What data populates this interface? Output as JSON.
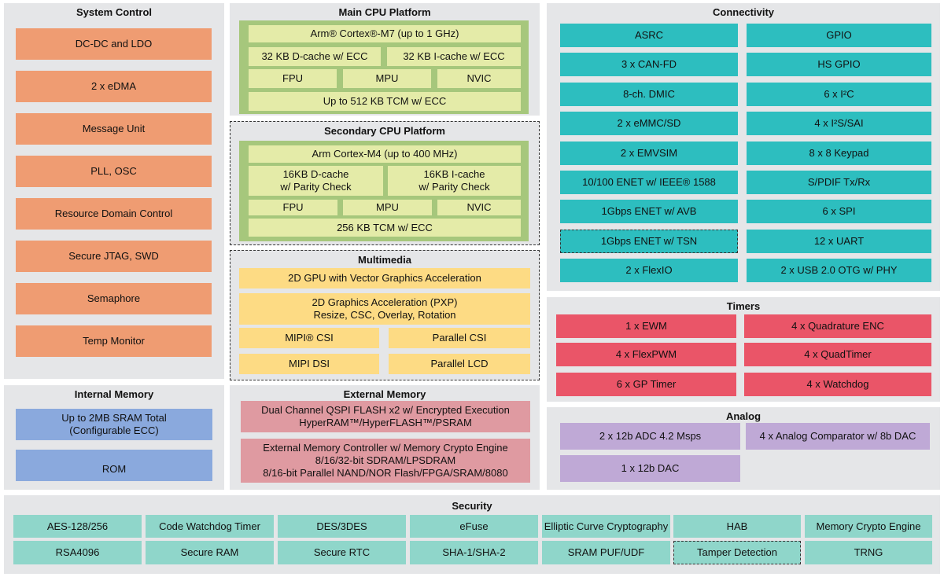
{
  "panels": {
    "system_control": {
      "title": "System Control",
      "items": [
        "DC-DC and LDO",
        "2 x eDMA",
        "Message Unit",
        "PLL, OSC",
        "Resource Domain Control",
        "Secure JTAG, SWD",
        "Semaphore",
        "Temp Monitor"
      ]
    },
    "internal_memory": {
      "title": "Internal Memory",
      "items": [
        "Up to 2MB SRAM Total\n(Configurable ECC)",
        "ROM"
      ]
    },
    "main_cpu": {
      "title": "Main CPU Platform",
      "core": "Arm® Cortex®-M7 (up to 1 GHz)",
      "dcache": "32 KB D-cache w/ ECC",
      "icache": "32 KB I-cache w/ ECC",
      "fpu": "FPU",
      "mpu": "MPU",
      "nvic": "NVIC",
      "tcm": "Up to 512 KB TCM w/ ECC"
    },
    "secondary_cpu": {
      "title": "Secondary CPU Platform",
      "core": "Arm Cortex-M4 (up to 400 MHz)",
      "dcache": "16KB D-cache\nw/ Parity Check",
      "icache": "16KB I-cache\nw/ Parity Check",
      "fpu": "FPU",
      "mpu": "MPU",
      "nvic": "NVIC",
      "tcm": "256 KB TCM w/ ECC"
    },
    "multimedia": {
      "title": "Multimedia",
      "gpu": "2D GPU with Vector Graphics Acceleration",
      "pxp": "2D Graphics Acceleration (PXP)\nResize, CSC, Overlay, Rotation",
      "mipi_csi": "MIPI® CSI",
      "parallel_csi": "Parallel CSI",
      "mipi_dsi": "MIPI DSI",
      "parallel_lcd": "Parallel LCD"
    },
    "external_memory": {
      "title": "External Memory",
      "qspi": "Dual Channel QSPI FLASH x2 w/ Encrypted Execution\nHyperRAM™/HyperFLASH™/PSRAM",
      "emc": "External Memory Controller w/ Memory Crypto Engine\n8/16/32-bit SDRAM/LPSDRAM\n8/16-bit Parallel NAND/NOR Flash/FPGA/SRAM/8080"
    },
    "connectivity": {
      "title": "Connectivity",
      "left": [
        "ASRC",
        "3 x CAN-FD",
        "8-ch. DMIC",
        "2 x eMMC/SD",
        "2 x EMVSIM",
        "10/100 ENET w/ IEEE® 1588",
        "1Gbps ENET w/ AVB",
        "1Gbps ENET w/ TSN",
        "2 x FlexIO"
      ],
      "right": [
        "GPIO",
        "HS GPIO",
        "6 x I²C",
        "4 x I²S/SAI",
        "8 x 8 Keypad",
        "S/PDIF Tx/Rx",
        "6 x SPI",
        "12 x UART",
        "2 x USB 2.0 OTG w/ PHY"
      ]
    },
    "timers": {
      "title": "Timers",
      "left": [
        "1 x EWM",
        "4 x FlexPWM",
        "6 x GP Timer"
      ],
      "right": [
        "4 x Quadrature ENC",
        "4 x QuadTimer",
        "4 x Watchdog"
      ]
    },
    "analog": {
      "title": "Analog",
      "adc": "2 x 12b ADC 4.2 Msps",
      "comparator": "4 x Analog Comparator w/ 8b DAC",
      "dac": "1 x 12b DAC"
    },
    "security": {
      "title": "Security",
      "row1": [
        "AES-128/256",
        "Code Watchdog Timer",
        "DES/3DES",
        "eFuse",
        "Elliptic Curve Cryptography",
        "HAB",
        "Memory Crypto Engine"
      ],
      "row2": [
        "RSA4096",
        "Secure RAM",
        "Secure RTC",
        "SHA-1/SHA-2",
        "SRAM PUF/UDF",
        "Tamper Detection",
        "TRNG"
      ]
    }
  },
  "colors": {
    "panel_bg": "#e5e6e8",
    "system_control": "#ef9c72",
    "internal_memory": "#8aa9dd",
    "connectivity": "#2dbebf",
    "timers": "#ea5568",
    "analog": "#bfa9d6",
    "security": "#8fd6ca",
    "multimedia": "#fddb84",
    "external_memory": "#df9aa1",
    "cpu_frame": "#a6c77c",
    "cpu_cell": "#e4eba8"
  }
}
